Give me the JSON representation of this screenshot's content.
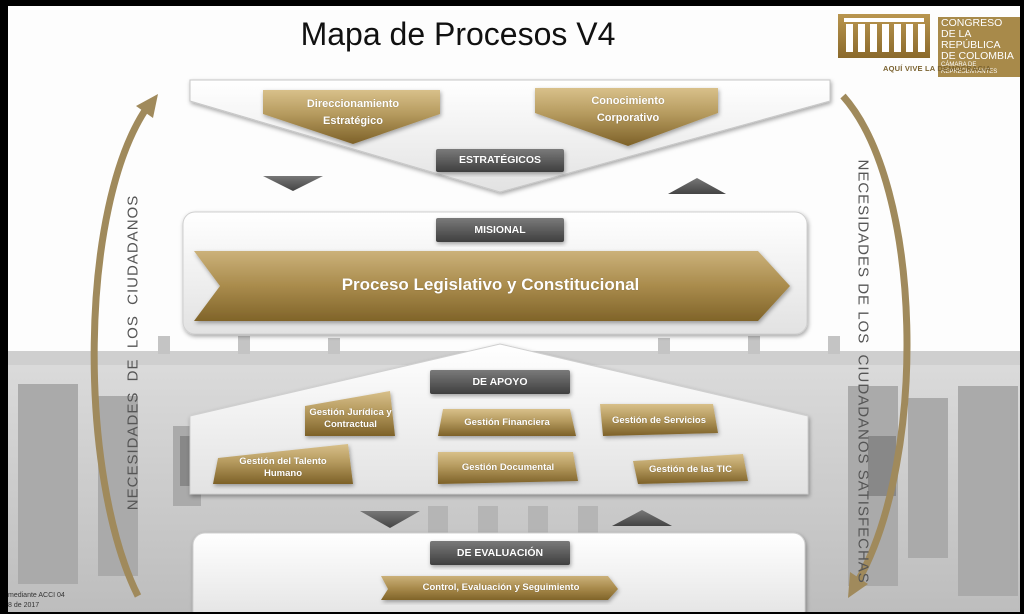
{
  "title": "Mapa de Procesos V4",
  "logo": {
    "line1": "CONGRESO",
    "line2": "DE LA REPÚBLICA",
    "line3": "DE COLOMBIA",
    "line4": "CÁMARA DE REPRESENTANTES",
    "motto": "AQUÍ VIVE LA DEMOCRACIA"
  },
  "left_arrow_label": "NECESIDADES  DE  LOS  CIUDADANOS",
  "right_arrow_label": "NECESIDADES DE LOS  CIUDADANOS SATISFECHAS",
  "estrategicos": {
    "label": "ESTRATÉGICOS",
    "items": [
      {
        "line1": "Direccionamiento",
        "line2": "Estratégico"
      },
      {
        "line1": "Conocimiento",
        "line2": "Corporativo"
      }
    ]
  },
  "misional": {
    "label": "MISIONAL",
    "process": "Proceso Legislativo y Constitucional"
  },
  "apoyo": {
    "label": "DE APOYO",
    "items": [
      {
        "line1": "Gestión Jurídica  y",
        "line2": "Contractual"
      },
      {
        "line1": "Gestión Financiera",
        "line2": ""
      },
      {
        "line1": "Gestión de Servicios",
        "line2": ""
      },
      {
        "line1": "Gestión del Talento",
        "line2": "Humano"
      },
      {
        "line1": "Gestión Documental",
        "line2": ""
      },
      {
        "line1": "Gestión de las TIC",
        "line2": ""
      }
    ]
  },
  "evaluacion": {
    "label": "DE EVALUACIÓN",
    "process": "Control, Evaluación y Seguimiento"
  },
  "footer": {
    "line1": "mediante ACCI 04",
    "line2": "8 de 2017"
  },
  "colors": {
    "gold_light": "#c8ad72",
    "gold_dark": "#8c6e32",
    "dark_label": "#5a5a5a",
    "arrow_gold": "#a08a5c",
    "gray_arrow": "#555555"
  }
}
